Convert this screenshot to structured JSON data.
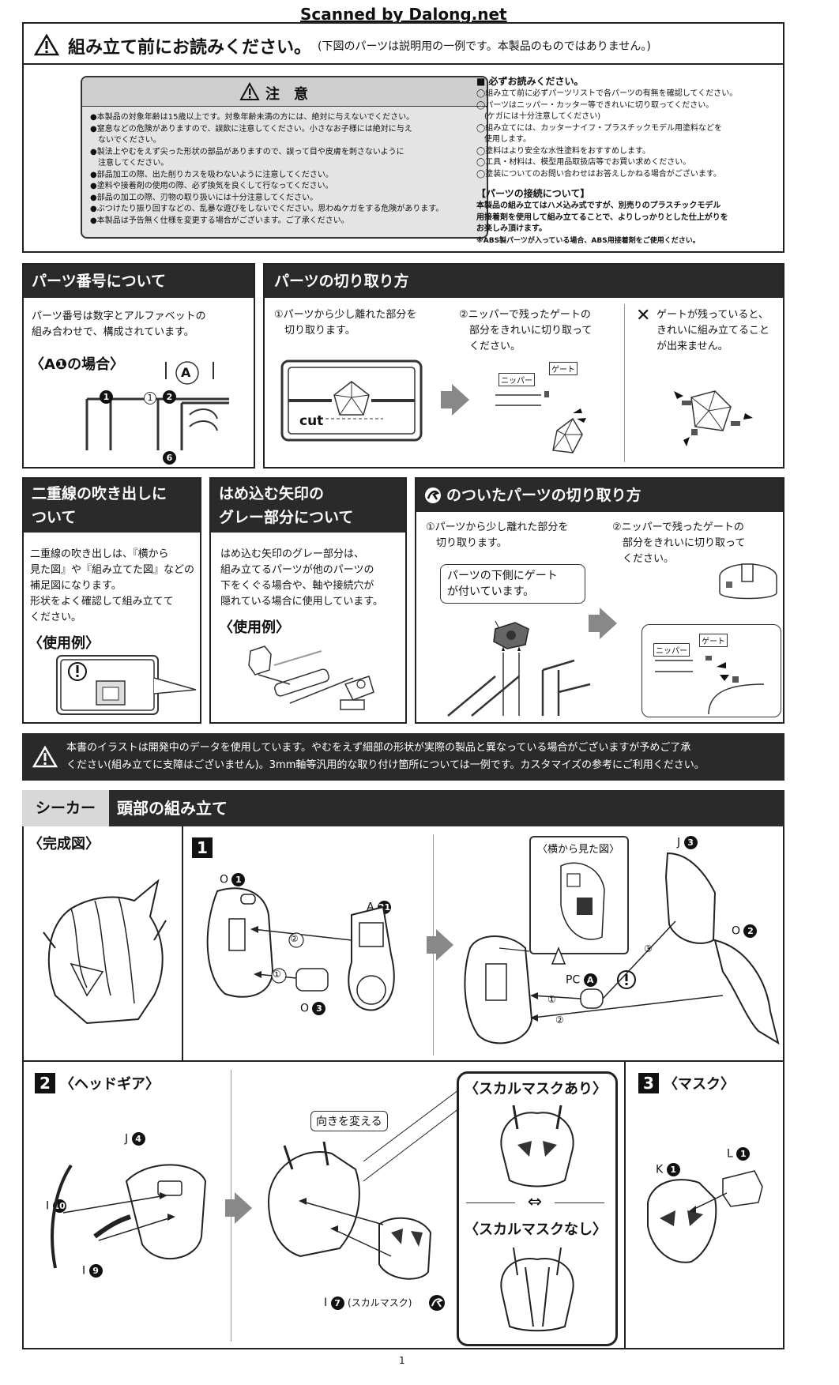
{
  "scan_credit": "Scanned by Dalong.net",
  "read_first": {
    "title": "組み立て前にお読みください。",
    "subtitle": "(下図のパーツは説明用の一例です。本製品のものではありません。)",
    "caution_title": "注　意",
    "caution_items": [
      "●本製品の対象年齢は15歳以上です。対象年齢未満の方には、絶対に与えないでください。",
      "●窒息などの危険がありますので、誤飲に注意してください。小さなお子様には絶対に与え",
      "　ないでください。",
      "●製法上やむをえず尖った形状の部品がありますので、誤って目や皮膚を刺さないように",
      "　注意してください。",
      "●部品加工の際、出た削りカスを吸わないように注意してください。",
      "●塗料や接着剤の使用の際、必ず換気を良くして行なってください。",
      "●部品の加工の際、刃物の取り扱いには十分注意してください。",
      "●ぶつけたり振り回すなどの、乱暴な遊びをしないでください。思わぬケガをする危険があります。",
      "●本製品は予告無く仕様を変更する場合がございます。ご了承ください。"
    ],
    "must_read_title": "■ 必ずお読みください。",
    "must_read_items": [
      "◯組み立て前に必ずパーツリストで各パーツの有無を確認してください。",
      "◯パーツはニッパー・カッター等できれいに切り取ってください。",
      "　(ケガには十分注意してください)",
      "◯組み立てには、カッターナイフ・プラスチックモデル用塗料などを",
      "　使用します。",
      "◯塗料はより安全な水性塗料をおすすめします。",
      "◯工具・材料は、模型用品取扱店等でお買い求めください。",
      "◯塗装についてのお問い合わせはお答えしかねる場合がございます。"
    ],
    "connection_title": "【パーツの接続について】",
    "connection_lines": [
      "本製品の組み立てはハメ込み式ですが、別売りのプラスチックモデル",
      "用接着剤を使用して組み立てることで、よりしっかりとした仕上がりを",
      "お楽しみ頂けます。",
      "※ABS製パーツが入っている場合、ABS用接着剤をご使用ください。"
    ]
  },
  "part_numbers": {
    "header": "パーツ番号について",
    "text": [
      "パーツ番号は数字とアルファベットの",
      "組み合わせで、構成されています。"
    ],
    "example": "〈A❶の場合〉",
    "runner_letter": "A",
    "runner_nums": [
      "1",
      "1",
      "2",
      "6"
    ]
  },
  "cutting": {
    "header": "パーツの切り取り方",
    "step1": [
      "①パーツから少し離れた部分を",
      "　切り取ります。"
    ],
    "cut_label": "cut",
    "step2": [
      "②ニッパーで残ったゲートの",
      "　部分をきれいに切り取って",
      "　ください。"
    ],
    "nipper_label": "ニッパー",
    "gate_label": "ゲート",
    "wrong_mark": "✕",
    "wrong": [
      "ゲートが残っていると、",
      "きれいに組み立てること",
      "が出来ません。"
    ]
  },
  "double_line": {
    "header": [
      "二重線の吹き出しに",
      "ついて"
    ],
    "text": [
      "二重線の吹き出しは、『横から",
      "見た図』や『組み立てた図』などの",
      "補足図になります。",
      "形状をよく確認して組み立てて",
      "ください。"
    ],
    "example": "〈使用例〉"
  },
  "gray_arrow": {
    "header": [
      "はめ込む矢印の",
      "グレー部分について"
    ],
    "text": [
      "はめ込む矢印のグレー部分は、",
      "組み立てるパーツが他のパーツの",
      "下をくぐる場合や、軸や接続穴が",
      "隠れている場合に使用しています。"
    ],
    "example": "〈使用例〉"
  },
  "marked_parts": {
    "header": "のついたパーツの切り取り方",
    "step1": [
      "①パーツから少し離れた部分を",
      "　切り取ります。"
    ],
    "bubble": [
      "パーツの下側にゲート",
      "が付いています。"
    ],
    "step2": [
      "②ニッパーで残ったゲートの",
      "　部分をきれいに切り取って",
      "　ください。"
    ],
    "nipper_label": "ニッパー",
    "gate_label": "ゲート"
  },
  "notice": {
    "lines": [
      "本書のイラストは開発中のデータを使用しています。やむをえず細部の形状が実際の製品と異なっている場合がございますが予めご了承",
      "ください(組み立てに支障はございません)。3mm軸等汎用的な取り付け箇所については一例です。カスタマイズの参考にご利用ください。"
    ]
  },
  "assembly": {
    "tag": "シーカー",
    "title": "頭部の組み立て",
    "completed": "〈完成図〉",
    "step1": {
      "num": "1",
      "parts": {
        "o1": "O",
        "a21": "A",
        "o3": "O",
        "j3": "J",
        "o2": "O",
        "pca": "PC"
      },
      "nums": {
        "o1": "1",
        "a21": "21",
        "o3": "3",
        "j3": "3",
        "o2": "2",
        "pca": "A"
      },
      "side_view": "〈横から見た図〉",
      "arrows": [
        "①",
        "②",
        "③"
      ]
    },
    "step2": {
      "num": "2",
      "title": "〈ヘッドギア〉",
      "parts": {
        "j4": "J",
        "i10": "I",
        "i9": "I",
        "i7": "I"
      },
      "nums": {
        "j4": "4",
        "i10": "10",
        "i9": "9",
        "i7": "7"
      },
      "skull_mask_label": "(スカルマスク)",
      "rotate_bubble": "向きを変える",
      "with_skull": "〈スカルマスクあり〉",
      "without_skull": "〈スカルマスクなし〉"
    },
    "step3": {
      "num": "3",
      "title": "〈マスク〉",
      "parts": {
        "k1": "K",
        "l1": "L"
      },
      "nums": {
        "k1": "1",
        "l1": "1"
      }
    }
  },
  "page_number": "1"
}
